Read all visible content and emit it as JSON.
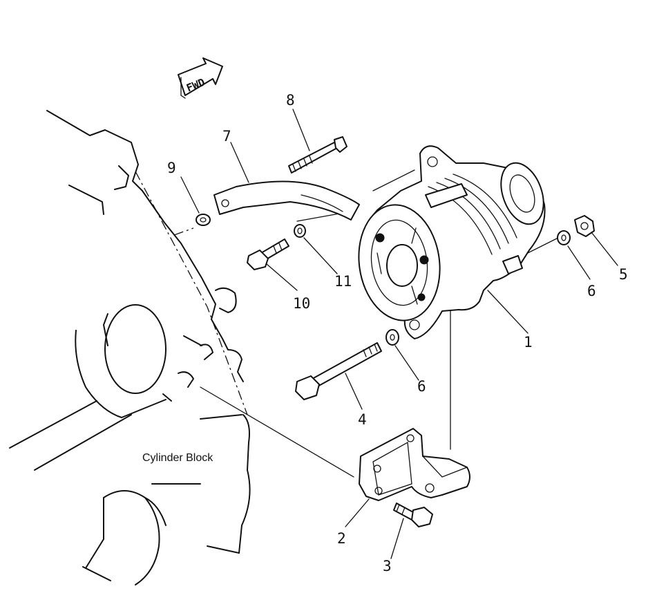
{
  "diagram": {
    "fwd_label": "FWD",
    "block_label": "Cylinder Block",
    "callouts": [
      {
        "id": "c1",
        "text": "1"
      },
      {
        "id": "c2",
        "text": "2"
      },
      {
        "id": "c3",
        "text": "3"
      },
      {
        "id": "c4",
        "text": "4"
      },
      {
        "id": "c5",
        "text": "5"
      },
      {
        "id": "c6a",
        "text": "6"
      },
      {
        "id": "c6b",
        "text": "6"
      },
      {
        "id": "c7",
        "text": "7"
      },
      {
        "id": "c8",
        "text": "8"
      },
      {
        "id": "c9",
        "text": "9"
      },
      {
        "id": "c10",
        "text": "10"
      },
      {
        "id": "c11",
        "text": "11"
      }
    ]
  }
}
